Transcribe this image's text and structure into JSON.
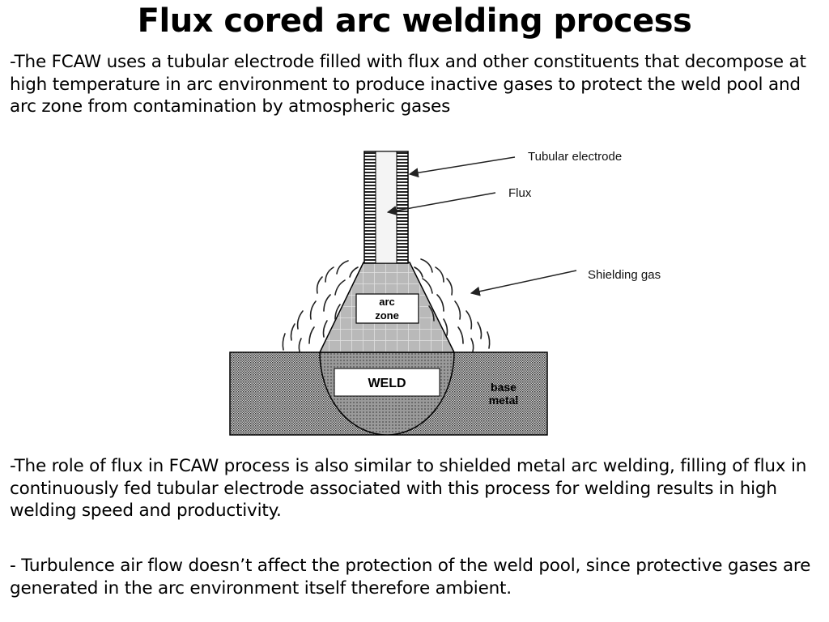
{
  "title": "Flux cored arc welding process",
  "intro": "-The FCAW uses a tubular electrode filled with flux and other constituents that decompose at high temperature in arc environment to produce inactive gases to protect the weld pool and arc zone from contamination by atmospheric gases",
  "diagram": {
    "labels": {
      "tubular_electrode": "Tubular electrode",
      "flux": "Flux",
      "shielding_gas": "Shielding gas",
      "arc_line1": "arc",
      "arc_line2": "zone",
      "weld": "WELD",
      "base_line1": "base",
      "base_line2": "metal"
    }
  },
  "role": "-The role of flux in FCAW process is also similar to shielded metal arc welding, filling of flux in continuously fed tubular electrode associated with this process for welding results in high welding speed and productivity.",
  "turbulence": "- Turbulence air flow doesn’t affect the protection of the weld pool, since protective gases are generated in the arc environment itself therefore ambient."
}
